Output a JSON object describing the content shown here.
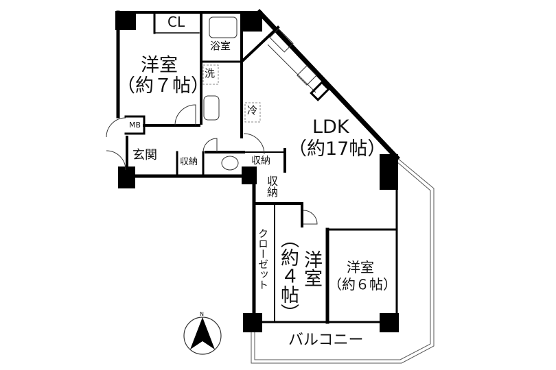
{
  "floor_plan": {
    "rooms": {
      "western_room_7": {
        "name": "洋室",
        "size": "（約７帖）"
      },
      "closet_cl": {
        "name": "CL"
      },
      "bathroom": {
        "name": "浴室"
      },
      "washroom": {
        "name": "洗"
      },
      "refrigerator": {
        "name": "冷"
      },
      "ldk": {
        "name": "LDK",
        "size": "（約17帖）"
      },
      "meter_box": {
        "name": "MB"
      },
      "entrance": {
        "name": "玄関"
      },
      "storage_1": {
        "name": "収納"
      },
      "storage_2": {
        "name": "収納"
      },
      "storage_3": {
        "name": "収納"
      },
      "closet": {
        "name": "クローゼット"
      },
      "western_room_4": {
        "name": "洋室",
        "size": "（約４帖）"
      },
      "western_room_6": {
        "name": "洋室",
        "size": "（約６帖）"
      },
      "balcony": {
        "name": "バルコニー"
      }
    },
    "compass": {
      "label": "N"
    },
    "colors": {
      "wall": "#000000",
      "background": "#ffffff",
      "line": "#333333"
    }
  }
}
